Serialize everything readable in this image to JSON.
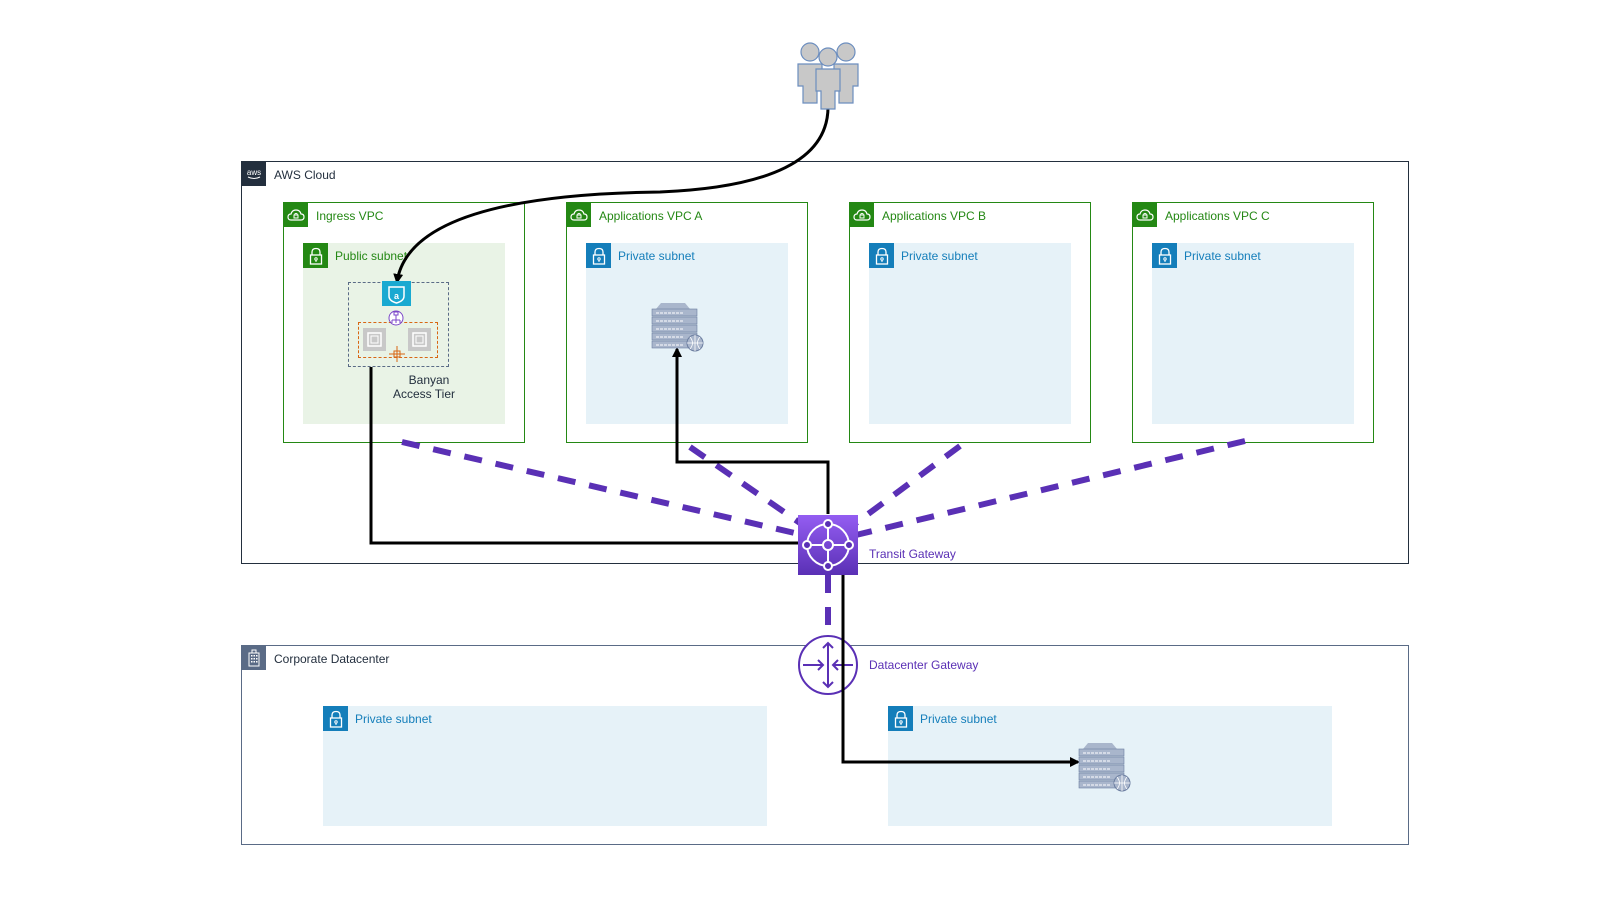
{
  "diagram": {
    "users": {
      "icon": "users-icon"
    },
    "aws_cloud": {
      "label": "AWS Cloud",
      "icon": "aws-logo-icon"
    },
    "vpcs": [
      {
        "label": "Ingress VPC",
        "subnet": "Public subnet",
        "subnet_type": "public"
      },
      {
        "label": "Applications VPC A",
        "subnet": "Private subnet",
        "subnet_type": "private"
      },
      {
        "label": "Applications VPC B",
        "subnet": "Private subnet",
        "subnet_type": "private"
      },
      {
        "label": "Applications VPC C",
        "subnet": "Private subnet",
        "subnet_type": "private"
      }
    ],
    "access_tier": {
      "label_line1": "Banyan",
      "label_line2": "Access Tier"
    },
    "transit_gateway": {
      "label": "Transit Gateway"
    },
    "datacenter_gateway": {
      "label": "Datacenter Gateway"
    },
    "corporate_dc": {
      "label": "Corporate Datacenter",
      "subnets": [
        "Private subnet",
        "Private subnet"
      ]
    },
    "colors": {
      "vpc_green": "#248814",
      "subnet_blue": "#147eba",
      "subnet_private_bg": "#e6f2f8",
      "subnet_public_bg": "#e9f3e6",
      "gateway_purple": "#5a30b5",
      "aws_dark": "#232f3e",
      "dc_slate": "#5a6b86"
    }
  }
}
